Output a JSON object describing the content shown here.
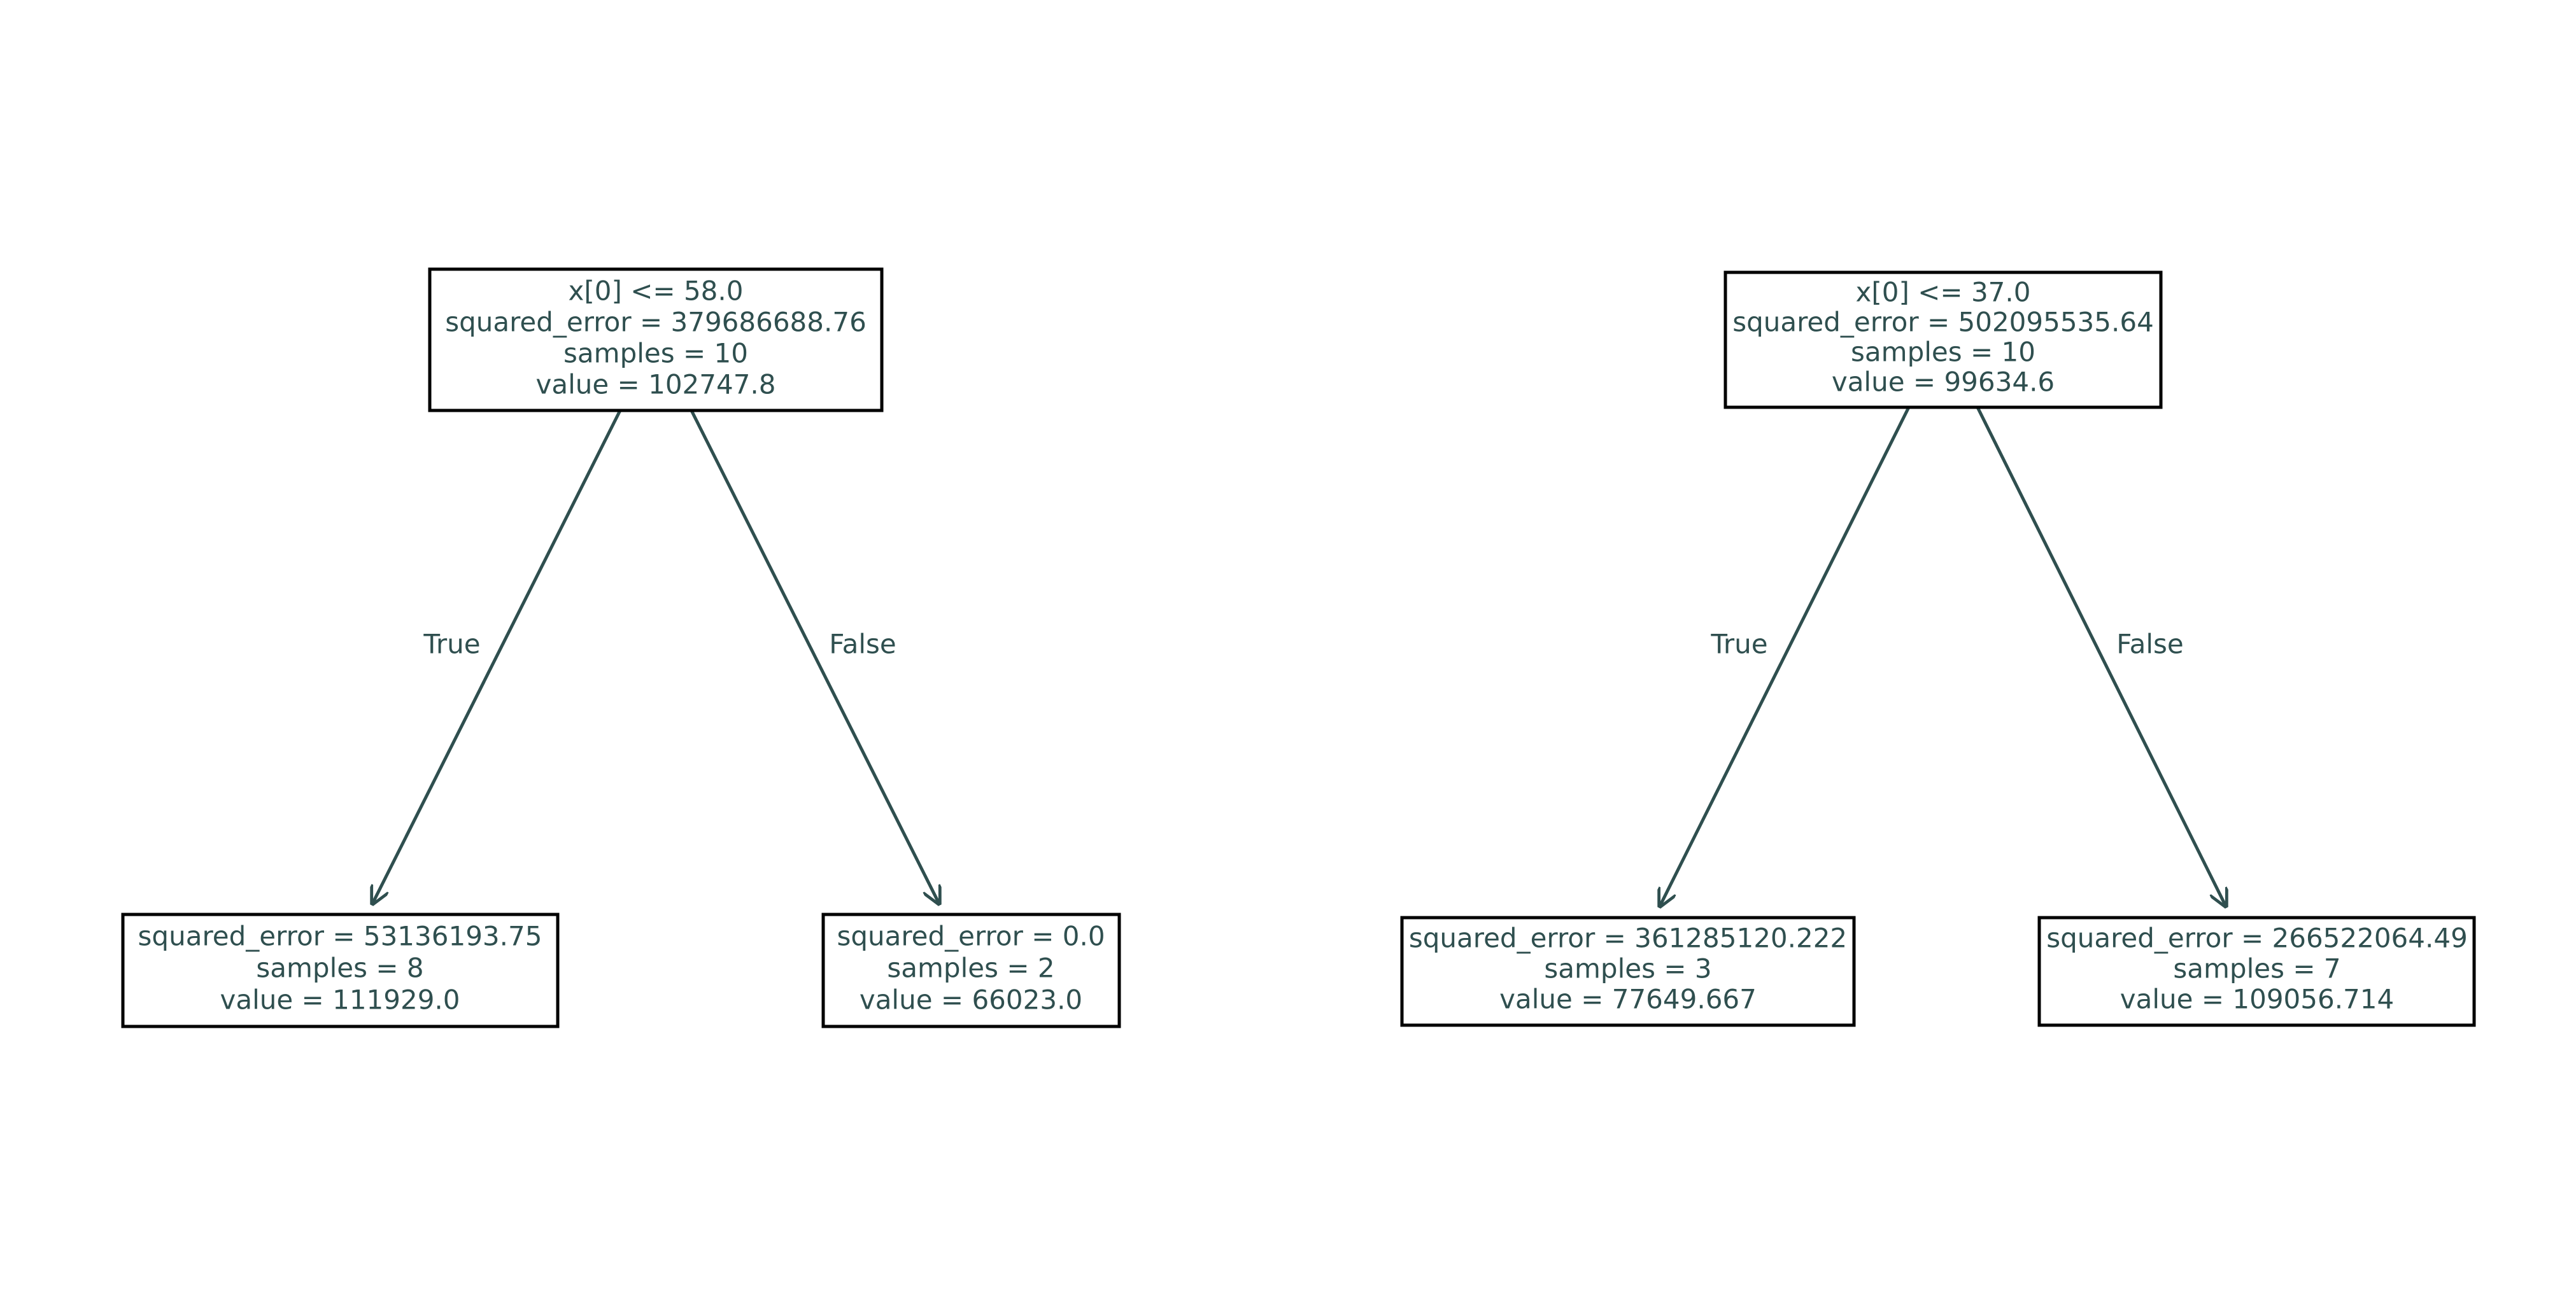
{
  "colors": {
    "text": "#2f4f4f",
    "edge": "#2f4f4f",
    "box_border": "#000000",
    "background": "#ffffff"
  },
  "trees": [
    {
      "root": {
        "lines": [
          "x[0] <= 58.0",
          "squared_error = 379686688.76",
          "samples = 10",
          "value = 102747.8"
        ]
      },
      "left": {
        "edge_label": "True",
        "lines": [
          "squared_error = 53136193.75",
          "samples = 8",
          "value = 111929.0"
        ]
      },
      "right": {
        "edge_label": "False",
        "lines": [
          "squared_error = 0.0",
          "samples = 2",
          "value = 66023.0"
        ]
      }
    },
    {
      "root": {
        "lines": [
          "x[0] <= 37.0",
          "squared_error = 502095535.64",
          "samples = 10",
          "value = 99634.6"
        ]
      },
      "left": {
        "edge_label": "True",
        "lines": [
          "squared_error = 361285120.222",
          "samples = 3",
          "value = 77649.667"
        ]
      },
      "right": {
        "edge_label": "False",
        "lines": [
          "squared_error = 266522064.49",
          "samples = 7",
          "value = 109056.714"
        ]
      }
    }
  ]
}
